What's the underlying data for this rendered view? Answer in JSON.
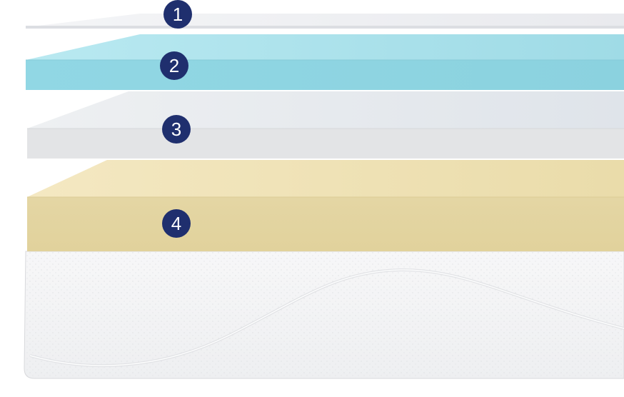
{
  "colors": {
    "badge_fill": "#1f2f6e",
    "badge_text": "#ffffff",
    "layer1": "#eceef1",
    "layer2": "#8fd6e2",
    "layer3": "#e2e4e7",
    "layer4": "#e6d6a2",
    "base_cover": "#f3f4f5"
  },
  "layers": [
    {
      "number": "1"
    },
    {
      "number": "2"
    },
    {
      "number": "3"
    },
    {
      "number": "4"
    }
  ]
}
